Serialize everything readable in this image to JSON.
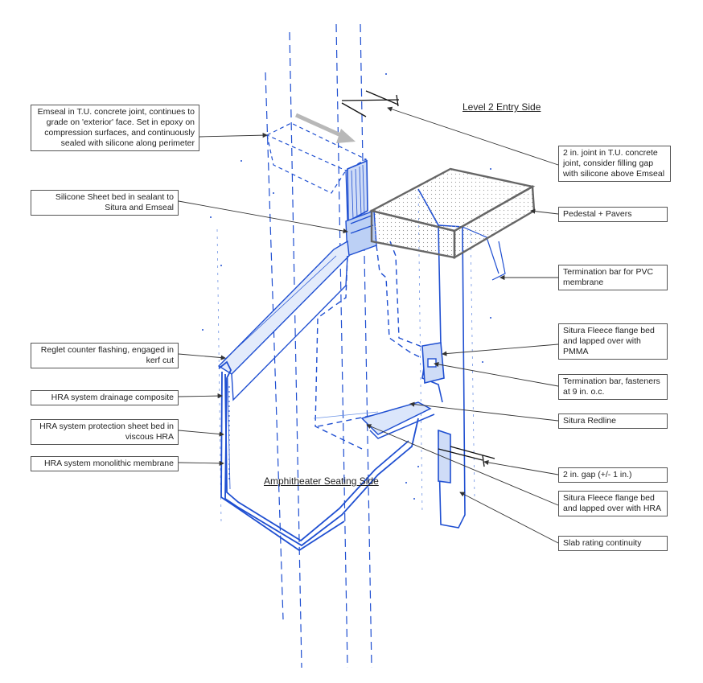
{
  "labels": {
    "level2": "Level 2 Entry Side",
    "amphi": "Amphitheater Seating Side"
  },
  "callouts": {
    "emseal": "Emseal in T.U. concrete joint, continues to grade on 'exterior' face. Set in epoxy on compression surfaces, and continuously sealed with silicone along perimeter",
    "silicone_sheet": "Silicone Sheet bed in sealant to Situra and Emseal",
    "reglet": "Reglet counter flashing, engaged in kerf cut",
    "drainage": "HRA system drainage composite",
    "protection": "HRA system protection sheet bed in viscous HRA",
    "monolithic": "HRA system monolithic membrane",
    "joint_2in": "2 in. joint in T.U. concrete joint, consider filling gap with silicone above Emseal",
    "pedestal": "Pedestal + Pavers",
    "termination_pvc": "Termination bar for PVC membrane",
    "fleece_pmma": "Situra Fleece flange bed and lapped over with PMMA",
    "termination_bar": "Termination bar, fasteners at 9 in. o.c.",
    "redline": "Situra Redline",
    "gap_2in": "2 in. gap (+/- 1 in.)",
    "fleece_hra": "Situra Fleece flange bed and lapped over with HRA",
    "slab": "Slab rating continuity"
  },
  "colors": {
    "ink_blue": "#1f4fd1",
    "light_blue": "#6a93e6",
    "leader": "#333333",
    "paver": "#666666",
    "arrow_gray": "#b8b8b8"
  }
}
